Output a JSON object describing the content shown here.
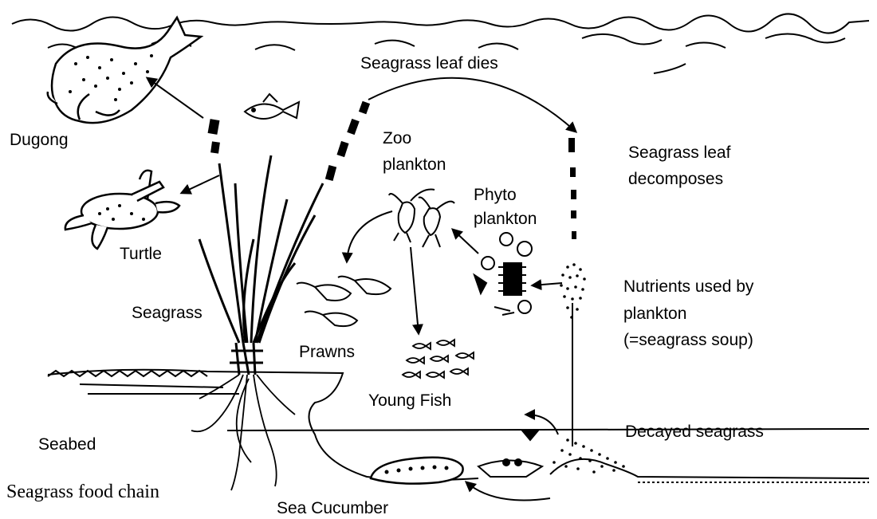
{
  "labels": {
    "seagrass_leaf_dies": "Seagrass leaf dies",
    "dugong": "Dugong",
    "zoo_line1": "Zoo",
    "zoo_line2": "plankton",
    "decomposes_line1": "Seagrass leaf",
    "decomposes_line2": "decomposes",
    "phyto_line1": "Phyto",
    "phyto_line2": "plankton",
    "turtle": "Turtle",
    "nutrients_line1": "Nutrients used by",
    "nutrients_line2": "plankton",
    "nutrients_line3": "(=seagrass soup)",
    "seagrass": "Seagrass",
    "prawns": "Prawns",
    "young_fish": "Young Fish",
    "decayed_seagrass": "Decayed seagrass",
    "seabed": "Seabed",
    "sea_cucumber": "Sea Cucumber"
  },
  "caption": "Seagrass food chain",
  "colors": {
    "ink": "#000000",
    "paper": "#ffffff"
  }
}
